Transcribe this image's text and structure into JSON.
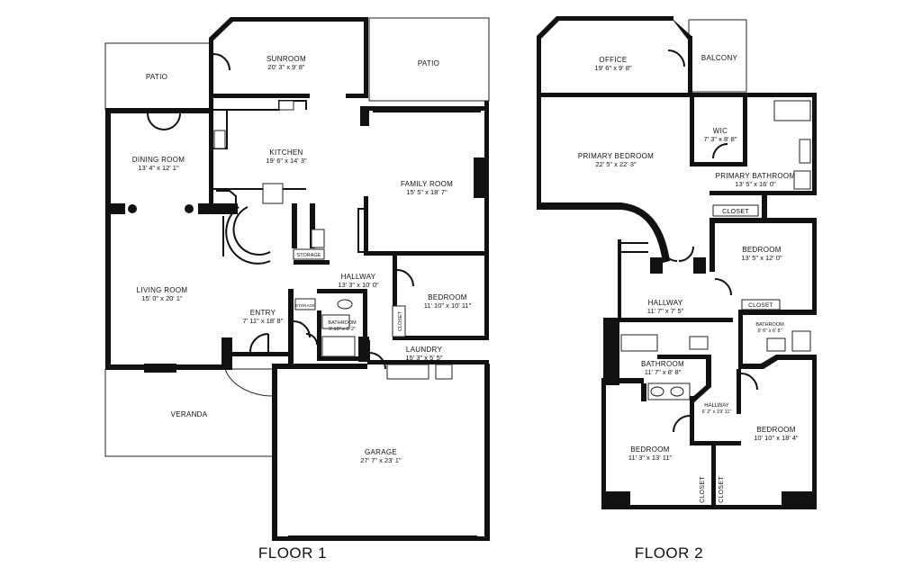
{
  "floors": [
    {
      "title": "FLOOR 1",
      "rooms": [
        {
          "name": "SUNROOM",
          "dims": "20' 3\" x 9' 8\""
        },
        {
          "name": "PATIO",
          "dims": ""
        },
        {
          "name": "PATIO",
          "dims": ""
        },
        {
          "name": "DINING ROOM",
          "dims": "13' 4\" x 12' 1\""
        },
        {
          "name": "KITCHEN",
          "dims": "19' 6\" x 14' 3\""
        },
        {
          "name": "FAMILY ROOM",
          "dims": "15' 5\" x 18' 7\""
        },
        {
          "name": "LIVING ROOM",
          "dims": "15' 0\" x 20' 1\""
        },
        {
          "name": "HALLWAY",
          "dims": "13' 3\" x 10' 0\""
        },
        {
          "name": "BEDROOM",
          "dims": "11' 10\" x 10' 11\""
        },
        {
          "name": "ENTRY",
          "dims": "7' 11\" x 18' 8\""
        },
        {
          "name": "BATHROOM",
          "dims": "9' 10\" x 6' 2\""
        },
        {
          "name": "LAUNDRY",
          "dims": "15' 3\" x 5' 5\""
        },
        {
          "name": "VERANDA",
          "dims": ""
        },
        {
          "name": "GARAGE",
          "dims": "27' 7\" x 23' 1\""
        },
        {
          "name": "STORAGE",
          "dims": ""
        },
        {
          "name": "STORAGE",
          "dims": ""
        },
        {
          "name": "CLOSET",
          "dims": ""
        }
      ]
    },
    {
      "title": "FLOOR 2",
      "rooms": [
        {
          "name": "OFFICE",
          "dims": "19' 6\" x 9' 8\""
        },
        {
          "name": "BALCONY",
          "dims": ""
        },
        {
          "name": "WIC",
          "dims": "7' 3\" x 8' 8\""
        },
        {
          "name": "PRIMARY BEDROOM",
          "dims": "22' 5\" x 22' 3\""
        },
        {
          "name": "PRIMARY BATHROOM",
          "dims": "13' 5\" x 16' 0\""
        },
        {
          "name": "CLOSET",
          "dims": ""
        },
        {
          "name": "BEDROOM",
          "dims": "13' 5\" x 12' 0\""
        },
        {
          "name": "HALLWAY",
          "dims": "11' 7\" x 7' 5\""
        },
        {
          "name": "CLOSET",
          "dims": ""
        },
        {
          "name": "BATHROOM",
          "dims": "9' 6\" x 6' 8\""
        },
        {
          "name": "BATHROOM",
          "dims": "11' 7\" x 8' 8\""
        },
        {
          "name": "HALLWAY",
          "dims": "6' 2\" x 19' 11\""
        },
        {
          "name": "BEDROOM",
          "dims": "10' 10\" x 18' 4\""
        },
        {
          "name": "BEDROOM",
          "dims": "11' 3\" x 13' 11\""
        },
        {
          "name": "CLOSET",
          "dims": ""
        },
        {
          "name": "CLOSET",
          "dims": ""
        }
      ]
    }
  ]
}
